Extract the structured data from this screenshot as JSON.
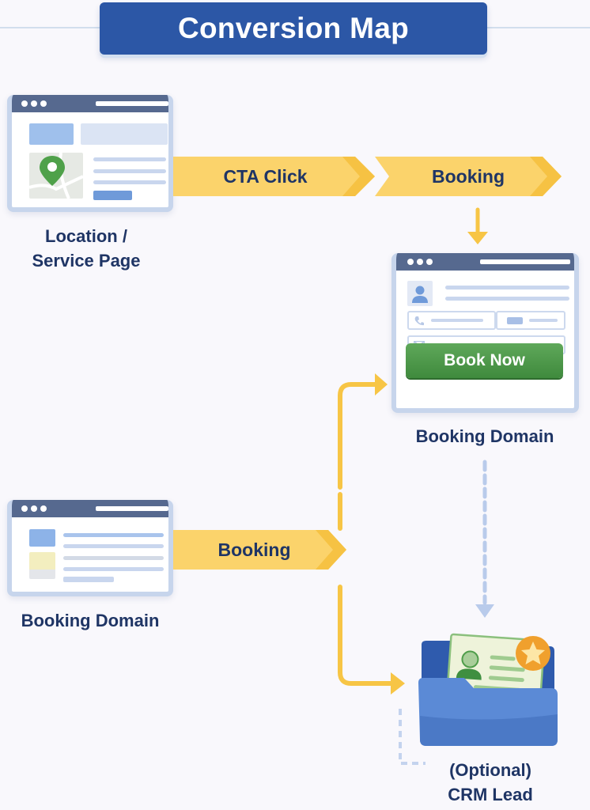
{
  "title": "Conversion Map",
  "nodes": {
    "location_page": {
      "label_line1": "Location /",
      "label_line2": "Service Page",
      "icon": "map-pin-icon"
    },
    "booking_domain_top": {
      "label": "Booking Domain",
      "button_label": "Book Now"
    },
    "booking_domain_left": {
      "label": "Booking Domain"
    },
    "crm_lead": {
      "label_line1": "(Optional)",
      "label_line2": "CRM Lead",
      "icon": "folder-icon",
      "badge_icon": "star-icon"
    }
  },
  "flows": {
    "cta_click": "CTA Click",
    "booking_top": "Booking",
    "booking_left": "Booking"
  },
  "colors": {
    "title_bg": "#2c57a6",
    "arrow_yellow": "#f7c545",
    "banner_yellow": "#fbd36b",
    "label_navy": "#1f3565",
    "button_green": "#4e9a4b",
    "folder_blue": "#4f80cf",
    "star_orange": "#f0a02d",
    "dashed_blue": "#b9cbeb"
  }
}
